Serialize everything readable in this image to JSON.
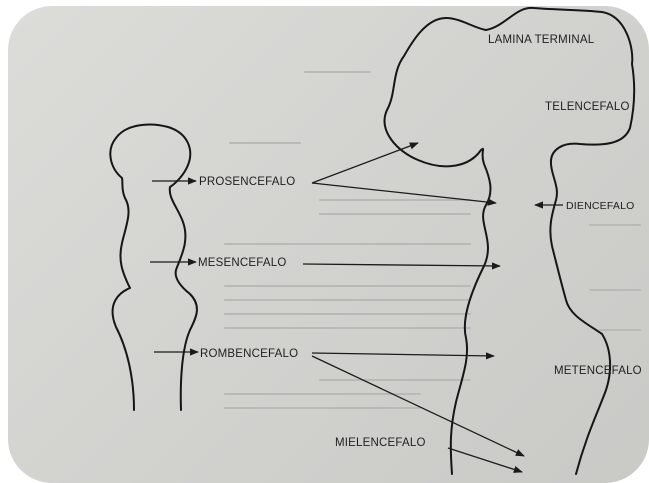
{
  "labels": {
    "prosencefalo": "PROSENCEFALO",
    "mesencefalo": "MESENCEFALO",
    "rombencefalo": "ROMBENCEFALO",
    "lamina_terminal": "LAMINA TERMINAL",
    "telencefalo": "TELENCEFALO",
    "diencefalo": "DIENCEFALO",
    "metencefalo": "METENCEFALO",
    "mielencefalo": "MIELENCEFALO"
  },
  "colors": {
    "paper": "#d6d6d3",
    "ink": "#161616",
    "background": "#ffffff"
  }
}
